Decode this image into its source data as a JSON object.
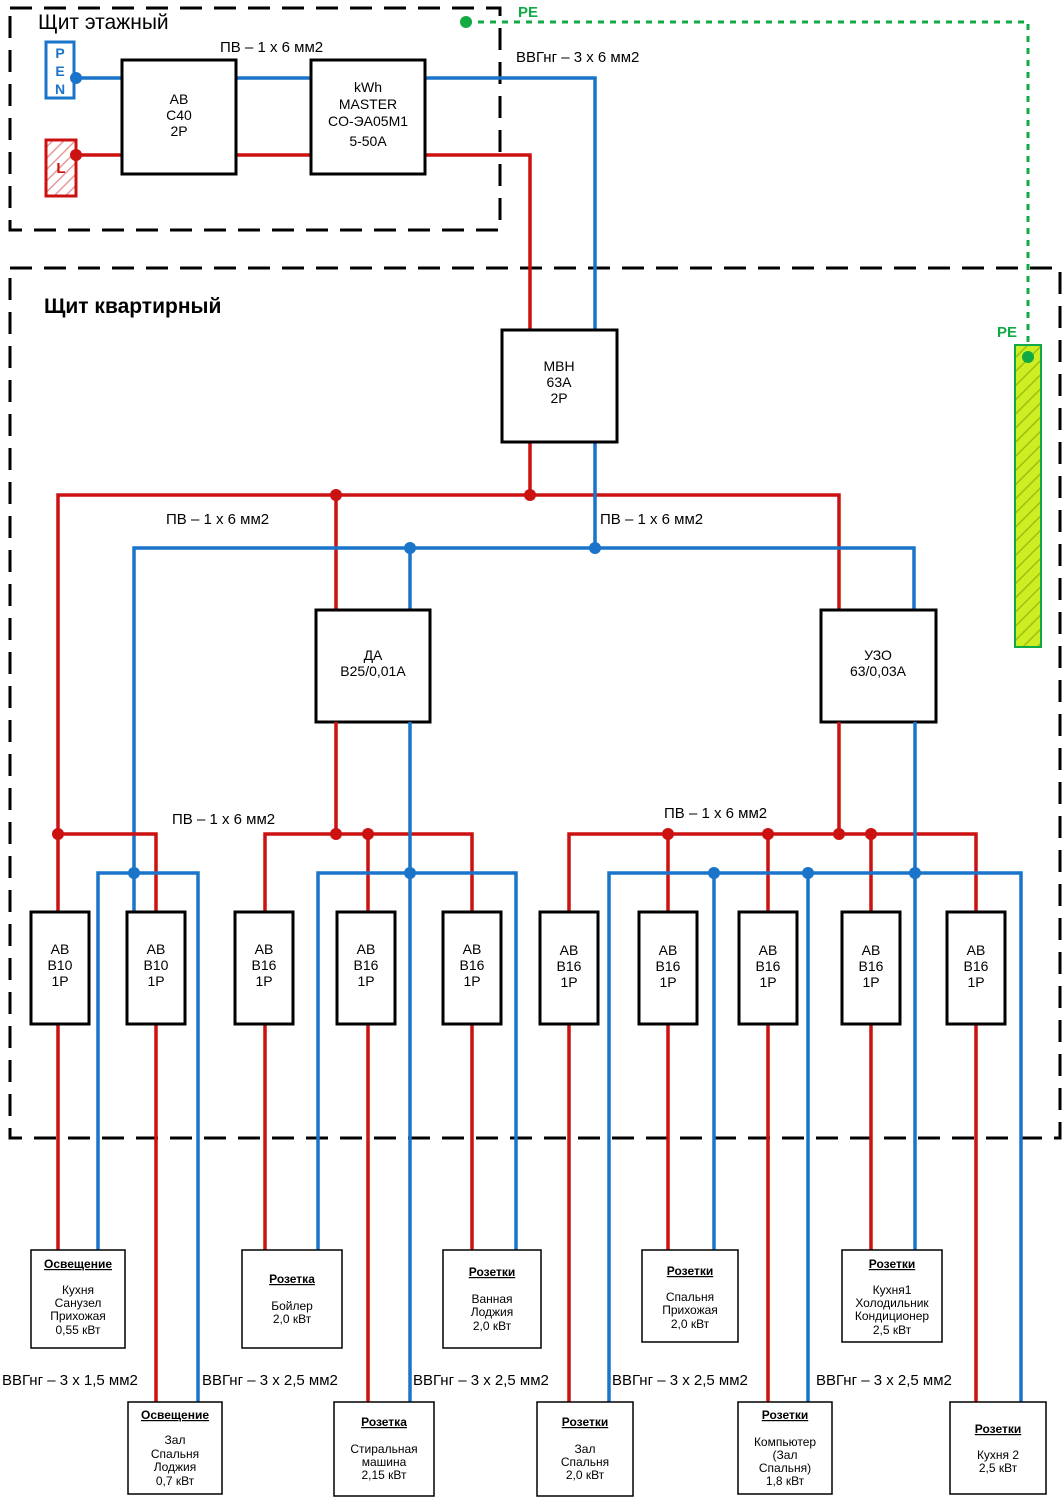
{
  "panels": {
    "floor_title": "Щит этажный",
    "apartment_title": "Щит квартирный"
  },
  "terminals": {
    "pen": [
      "P",
      "E",
      "N"
    ],
    "l": "L"
  },
  "pe_label_top": "PE",
  "pe_label_bar": "PE",
  "wires": {
    "floor_link": "ПВ – 1 х 6 мм2",
    "riser": "ВВГнг – 3 х 6 мм2",
    "after_mvn_left": "ПВ – 1 х 6 мм2",
    "after_mvn_right": "ПВ – 1 х 6 мм2",
    "group_left": "ПВ – 1 х 6 мм2",
    "group_right": "ПВ – 1 х 6 мм2",
    "out_1": "ВВГнг – 3 х 1,5 мм2",
    "out_2": "ВВГнг – 3 х 2,5 мм2",
    "out_3": "ВВГнг – 3 х 2,5 мм2",
    "out_4": "ВВГнг – 3 х 2,5 мм2",
    "out_5": "ВВГнг – 3 х 2,5 мм2"
  },
  "devices": {
    "main_breaker": [
      "АВ",
      "С40",
      "2Р"
    ],
    "meter": [
      "kWh",
      "MASTER",
      "CO-ЭА05М1",
      "5-50А"
    ],
    "mvn": [
      "МВН",
      "63А",
      "2Р"
    ],
    "da": [
      "ДА",
      "В25/0,01А"
    ],
    "uzo": [
      "УЗО",
      "63/0,03А"
    ]
  },
  "breakers": [
    [
      "АВ",
      "В10",
      "1Р"
    ],
    [
      "АВ",
      "В10",
      "1Р"
    ],
    [
      "АВ",
      "В16",
      "1Р"
    ],
    [
      "АВ",
      "В16",
      "1Р"
    ],
    [
      "АВ",
      "В16",
      "1Р"
    ],
    [
      "АВ",
      "В16",
      "1Р"
    ],
    [
      "АВ",
      "В16",
      "1Р"
    ],
    [
      "АВ",
      "В16",
      "1Р"
    ],
    [
      "АВ",
      "В16",
      "1Р"
    ],
    [
      "АВ",
      "В16",
      "1Р"
    ]
  ],
  "loads": [
    {
      "title": "Освещение",
      "lines": [
        "Кухня",
        "Санузел",
        "Прихожая",
        "0,55 кВт"
      ]
    },
    {
      "title": "Освещение",
      "lines": [
        "Зал",
        "Спальня",
        "Лоджия",
        "0,7 кВт"
      ]
    },
    {
      "title": "Розетка",
      "lines": [
        "Бойлер",
        "2,0 кВт"
      ]
    },
    {
      "title": "Розетка",
      "lines": [
        "Стиральная",
        "машина",
        "2,15 кВт"
      ]
    },
    {
      "title": "Розетки",
      "lines": [
        "Ванная",
        "Лоджия",
        "2,0 кВт"
      ]
    },
    {
      "title": "Розетки",
      "lines": [
        "Зал",
        "Спальня",
        "2,0 кВт"
      ]
    },
    {
      "title": "Розетки",
      "lines": [
        "Спальня",
        "Прихожая",
        "2,0 кВт"
      ]
    },
    {
      "title": "Розетки",
      "lines": [
        "Компьютер",
        "(Зал",
        "Спальня)",
        "1,8 кВт"
      ]
    },
    {
      "title": "Розетки",
      "lines": [
        "Кухня1",
        "Холодильник",
        "Кондиционер",
        "2,5 кВт"
      ]
    },
    {
      "title": "Розетки",
      "lines": [
        "Кухня 2",
        "2,5 кВт"
      ]
    }
  ],
  "colors": {
    "phase": "#cc1111",
    "neutral": "#1a74c9",
    "protective_earth": "#11aa44",
    "pe_bar": "#ccee22"
  }
}
